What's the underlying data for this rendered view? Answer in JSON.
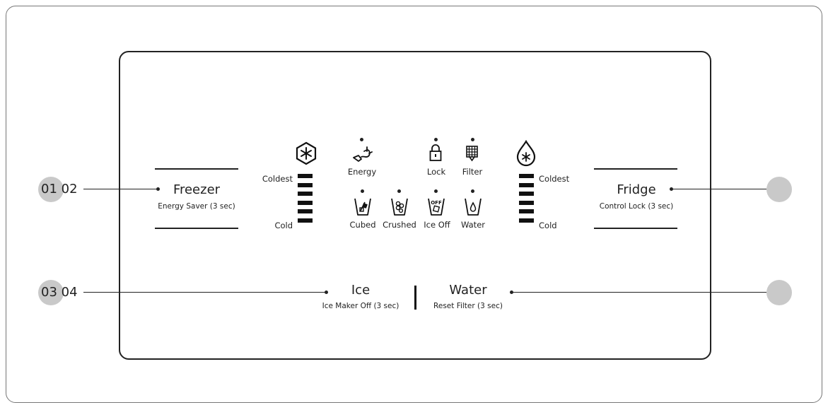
{
  "callouts": {
    "top_left": "01 02",
    "bottom_left": "03 04",
    "top_right": "",
    "bottom_right": ""
  },
  "freezer": {
    "title": "Freezer",
    "subtitle": "Energy Saver (3 sec)",
    "icon": "snowflake-hexagon-icon"
  },
  "fridge": {
    "title": "Fridge",
    "subtitle": "Control Lock (3 sec)",
    "icon": "water-drop-snowflake-icon"
  },
  "ice": {
    "title": "Ice",
    "subtitle": "Ice Maker Off (3 sec)"
  },
  "water": {
    "title": "Water",
    "subtitle": "Reset Filter (3 sec)"
  },
  "freezer_scale": {
    "top": "Coldest",
    "bottom": "Cold",
    "levels": 6
  },
  "fridge_scale": {
    "top": "Coldest",
    "bottom": "Cold",
    "levels": 6
  },
  "indicators": {
    "energy": {
      "label": "Energy",
      "icon": "energy-plug-icon"
    },
    "lock": {
      "label": "Lock",
      "icon": "lock-icon"
    },
    "filter": {
      "label": "Filter",
      "icon": "filter-icon"
    },
    "cubed": {
      "label": "Cubed",
      "icon": "cubed-ice-icon"
    },
    "crushed": {
      "label": "Crushed",
      "icon": "crushed-ice-icon"
    },
    "ice_off": {
      "label": "Ice Off",
      "icon": "ice-off-icon",
      "badge": "OFF"
    },
    "water": {
      "label": "Water",
      "icon": "water-glass-icon"
    }
  }
}
